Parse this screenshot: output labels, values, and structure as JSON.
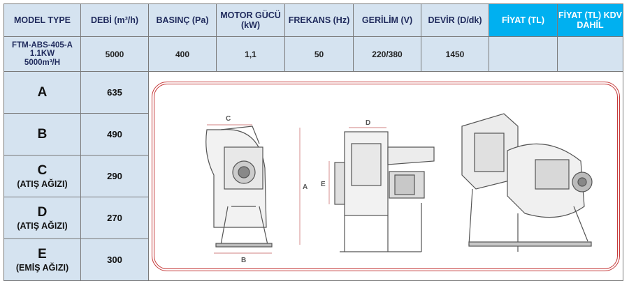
{
  "headers": {
    "model_type": "MODEL TYPE",
    "debi": "DEBİ (m³/h)",
    "basinc": "BASINÇ (Pa)",
    "motor_gucu": "MOTOR GÜCÜ (kW)",
    "frekans": "FREKANS (Hz)",
    "gerilim": "GERİLİM (V)",
    "devir": "DEVİR (D/dk)",
    "fiyat": "FİYAT (TL)",
    "fiyat_kdv": "FİYAT (TL) KDV DAHİL"
  },
  "product": {
    "model_line1": "FTM-ABS-405-A",
    "model_line2": "1.1KW",
    "model_line3": "5000m³/H",
    "debi": "5000",
    "basinc": "400",
    "motor_gucu": "1,1",
    "frekans": "50",
    "gerilim": "220/380",
    "devir": "1450",
    "fiyat": "",
    "fiyat_kdv": ""
  },
  "dimensions": [
    {
      "letter": "A",
      "note": "",
      "value": "635"
    },
    {
      "letter": "B",
      "note": "",
      "value": "490"
    },
    {
      "letter": "C",
      "note": "(ATIŞ AĞIZI)",
      "value": "290"
    },
    {
      "letter": "D",
      "note": "(ATIŞ AĞIZI)",
      "value": "270"
    },
    {
      "letter": "E",
      "note": "(EMİŞ AĞIZI)",
      "value": "300"
    }
  ],
  "drawing_labels": {
    "c": "C",
    "a": "A",
    "b": "B",
    "d": "D",
    "e": "E"
  },
  "colors": {
    "header_bg": "#d5e3f0",
    "price_header_bg": "#00b0f0",
    "frame_border": "#c53a3a",
    "dimension_line": "#d08080"
  }
}
